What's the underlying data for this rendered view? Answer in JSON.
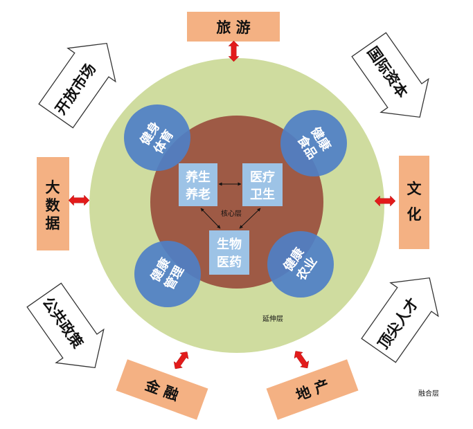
{
  "diagram": {
    "layers": {
      "core": "核心层",
      "extension": "延伸层",
      "fusion": "融合层"
    },
    "core_boxes": [
      {
        "line1": "养生",
        "line2": "养老"
      },
      {
        "line1": "医疗",
        "line2": "卫生"
      },
      {
        "line1": "生物",
        "line2": "医药"
      }
    ],
    "extension_circles": [
      {
        "line1": "健身",
        "line2": "体育"
      },
      {
        "line1": "健康",
        "line2": "食品"
      },
      {
        "line1": "健康",
        "line2": "管理"
      },
      {
        "line1": "健康",
        "line2": "农业"
      }
    ],
    "fusion_boxes": {
      "tourism": "旅 游",
      "culture_1": "文",
      "culture_2": "化",
      "finance": "金 融",
      "real_estate": "地 产",
      "big_data_1": "大",
      "big_data_2": "数",
      "big_data_3": "据"
    },
    "fusion_arrows": {
      "open_market": "开放市场",
      "intl_capital": "国际资本",
      "public_policy": "公共政策",
      "top_talent": "顶尖人才"
    },
    "colors": {
      "outer_circle": "#cfdc9f",
      "inner_circle": "#9e5a45",
      "blue_circle": "#4f7fc6",
      "light_box": "#9dc3e6",
      "orange_box": "#f4b183",
      "red_arrow": "#e21b1b",
      "text_white": "#ffffff",
      "text_dark": "#111111"
    }
  }
}
